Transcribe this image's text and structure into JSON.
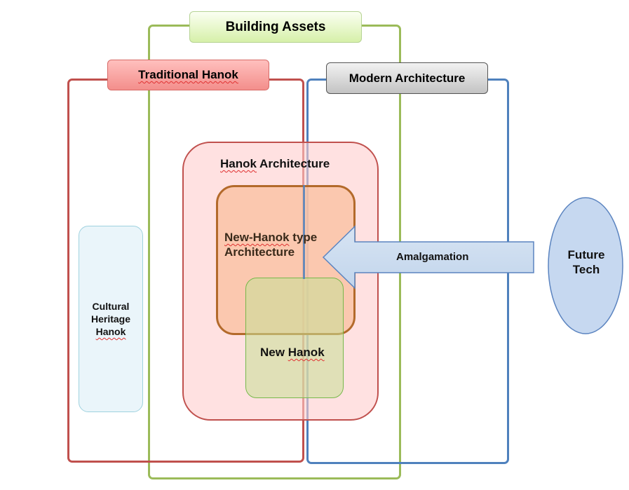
{
  "building_assets": {
    "label": "Building Assets",
    "color": "#9bbb59"
  },
  "traditional_hanok": {
    "label": "Traditional Hanok",
    "color": "#c0504d"
  },
  "modern_architecture": {
    "label": "Modern Architecture",
    "color": "#4f81bd"
  },
  "hanok_architecture": {
    "label_word1": "Hanok",
    "label_word2": " Architecture"
  },
  "new_hanok_type": {
    "line1_word": "New-Hanok",
    "line1_rest": " type",
    "line2": "Architecture"
  },
  "new_hanok": {
    "label_word1": "New ",
    "label_word2": "Hanok"
  },
  "cultural_heritage": {
    "line1": "Cultural",
    "line2": "Heritage",
    "line3": "Hanok"
  },
  "amalgamation": {
    "label": "Amalgamation"
  },
  "future_tech": {
    "line1": "Future",
    "line2": "Tech"
  }
}
